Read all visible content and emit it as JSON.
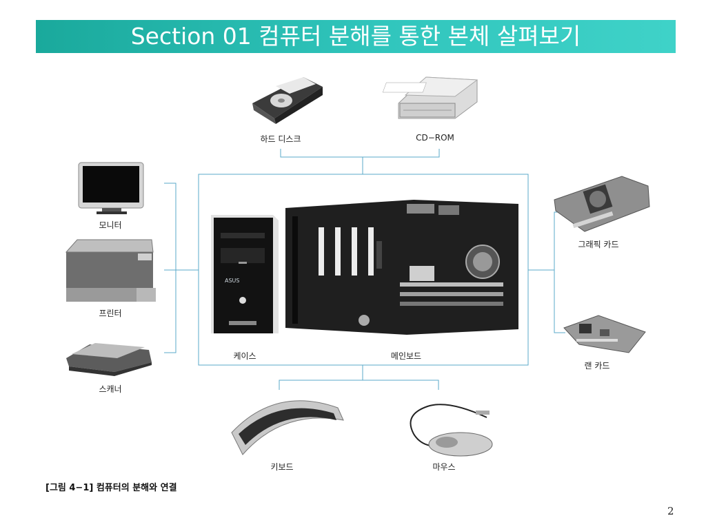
{
  "slide": {
    "title": "Section 01 컴퓨터 분해를 통한 본체 살펴보기",
    "caption": "[그림 4−1] 컴퓨터의 분해와 연결",
    "page_number": "2"
  },
  "components": {
    "hard_disk": "하드 디스크",
    "cd_rom": "CD−ROM",
    "monitor": "모니터",
    "printer": "프린터",
    "scanner": "스캐너",
    "case": "케이스",
    "mainboard": "메인보드",
    "graphic_card": "그래픽 카드",
    "lan_card": "랜 카드",
    "keyboard": "키보드",
    "mouse": "마우스"
  },
  "colors": {
    "title_bar": "#2bbfb4",
    "connector_line": "#5aa9c9"
  }
}
